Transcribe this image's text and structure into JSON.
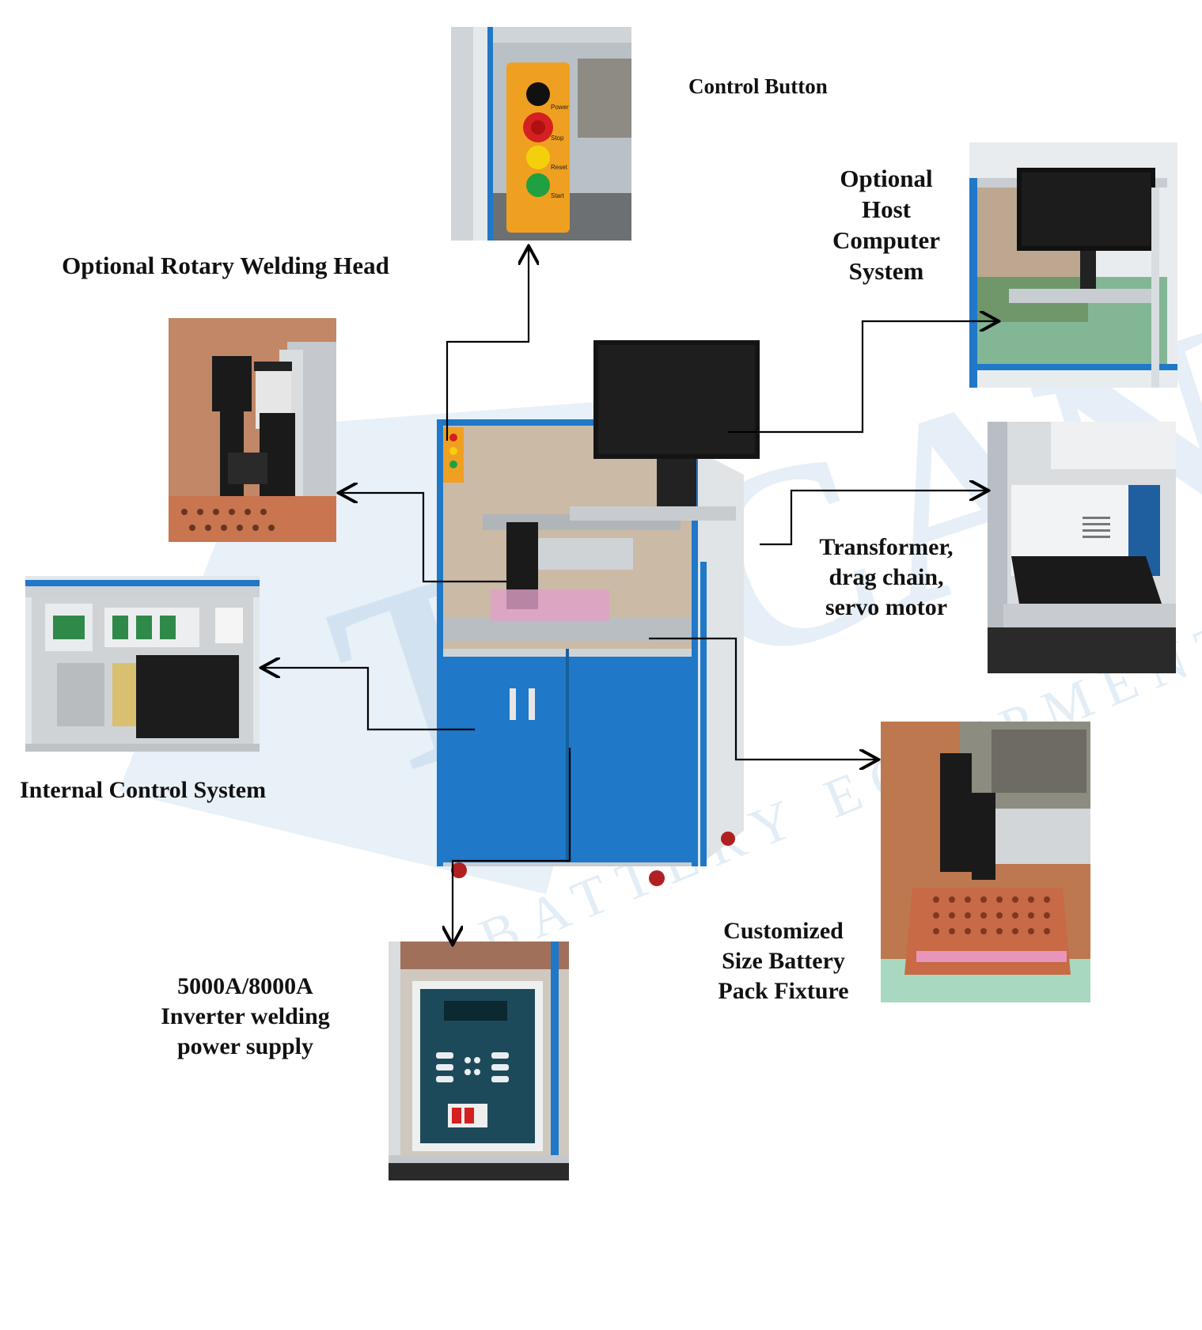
{
  "labels": {
    "control_button": "Control Button",
    "host_computer": [
      "Optional",
      "Host",
      "Computer",
      "System"
    ],
    "rotary_head": "Optional Rotary Welding Head",
    "transformer": [
      "Transformer,",
      "drag chain,",
      "servo motor"
    ],
    "internal_control": "Internal Control System",
    "power_supply": [
      "5000A/8000A",
      "Inverter welding",
      "power supply"
    ],
    "fixture": [
      "Customized",
      "Size Battery",
      "Pack Fixture"
    ]
  },
  "control_panel_buttons": [
    "Power",
    "Stop",
    "Reset",
    "Start"
  ],
  "watermark": {
    "brand": "TYCAN",
    "tagline": "BATTERY EQUIPMENT"
  },
  "colors": {
    "machine_blue": "#1f78c8",
    "frame_gray": "#c8ccd0",
    "panel_orange": "#f0a020",
    "fixture_copper": "#c86a45"
  }
}
